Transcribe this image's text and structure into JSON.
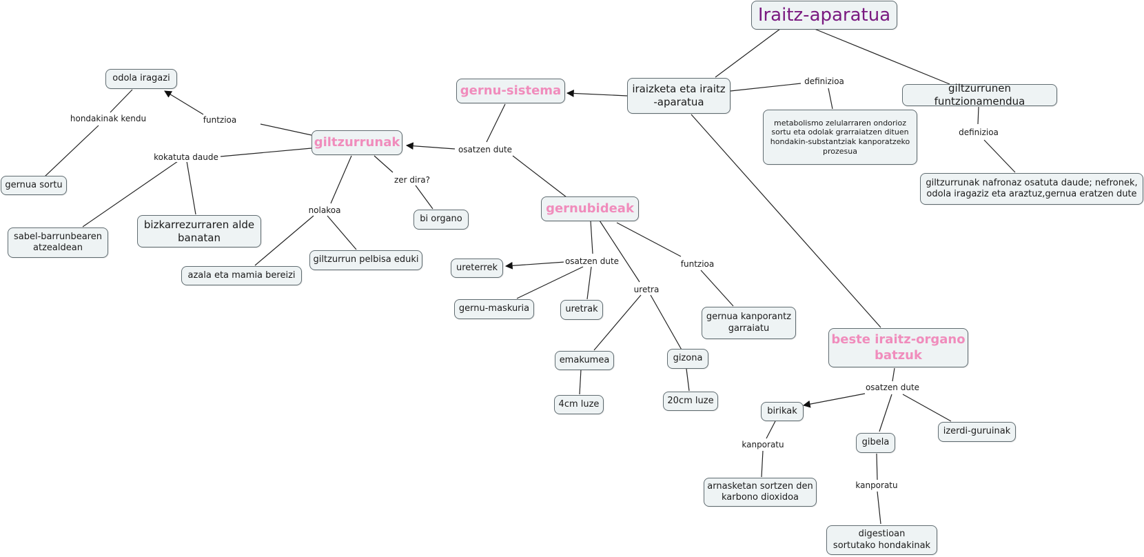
{
  "nodes": {
    "iraitz_aparatua": "Iraitz-aparatua",
    "iraizketa": "iraizketa eta iraitz\n-aparatua",
    "gernu_sistema": "gernu-sistema",
    "definizio_metabolismo": "metabolismo zelularraren ondorioz\nsortu eta odolak grarraiatzen dituen\nhondakin-substantziak kanporatzeko\nprozesua",
    "giltzurrunen_funtzionamendua": "giltzurrunen funtzionamendua",
    "giltzurrunak_nafronaz": "giltzurrunak nafronaz osatuta daude; nefronek,\nodola iragaziz eta araztuz,gernua eratzen dute",
    "giltzurrunak": "giltzurrunak",
    "odola_iragazi": "odola iragazi",
    "gernua_sortu": "gernua sortu",
    "sabel_barrunbearen": "sabel-barrunbearen\natzealdean",
    "bizkarrezurraren": "bizkarrezurraren alde\nbanatan",
    "azala_mamia": "azala eta mamia bereizi",
    "giltzurrun_pelbisa": "giltzurrun pelbisa eduki",
    "bi_organo": "bi organo",
    "gernubideak": "gernubideak",
    "ureterrek": "ureterrek",
    "gernu_maskuria": "gernu-maskuria",
    "uretrak": "uretrak",
    "emakumea": "emakumea",
    "cm4_luze": "4cm luze",
    "gizona": "gizona",
    "cm20_luze": "20cm luze",
    "gernua_kanporantz": "gernua kanporantz\ngarraiatu",
    "beste_iraitz": "beste iraitz-organo\nbatzuk",
    "birikak": "birikak",
    "gibela": "gibela",
    "izerdi_guruinak": "izerdi-guruinak",
    "arnasketan": "arnasketan sortzen den\nkarbono dioxidoa",
    "digestioan": "digestioan\nsortutako hondakinak"
  },
  "labels": {
    "definizioa_1": "definizioa",
    "definizioa_2": "definizioa",
    "funtzioa_1": "funtzioa",
    "hondakinak_kendu": "hondakinak kendu",
    "kokatuta_daude": "kokatuta daude",
    "osatzen_dute_1": "osatzen dute",
    "zer_dira": "zer dira?",
    "nolakoa": "nolakoa",
    "osatzen_dute_2": "osatzen dute",
    "funtzioa_2": "funtzioa",
    "uretra": "uretra",
    "osatzen_dute_3": "osatzen dute",
    "kanporatu_1": "kanporatu",
    "kanporatu_2": "kanporatu"
  },
  "colors": {
    "title": "#7a1a80",
    "highlight": "#f08cbc",
    "node_fill": "#eef3f4",
    "line": "#222222"
  }
}
